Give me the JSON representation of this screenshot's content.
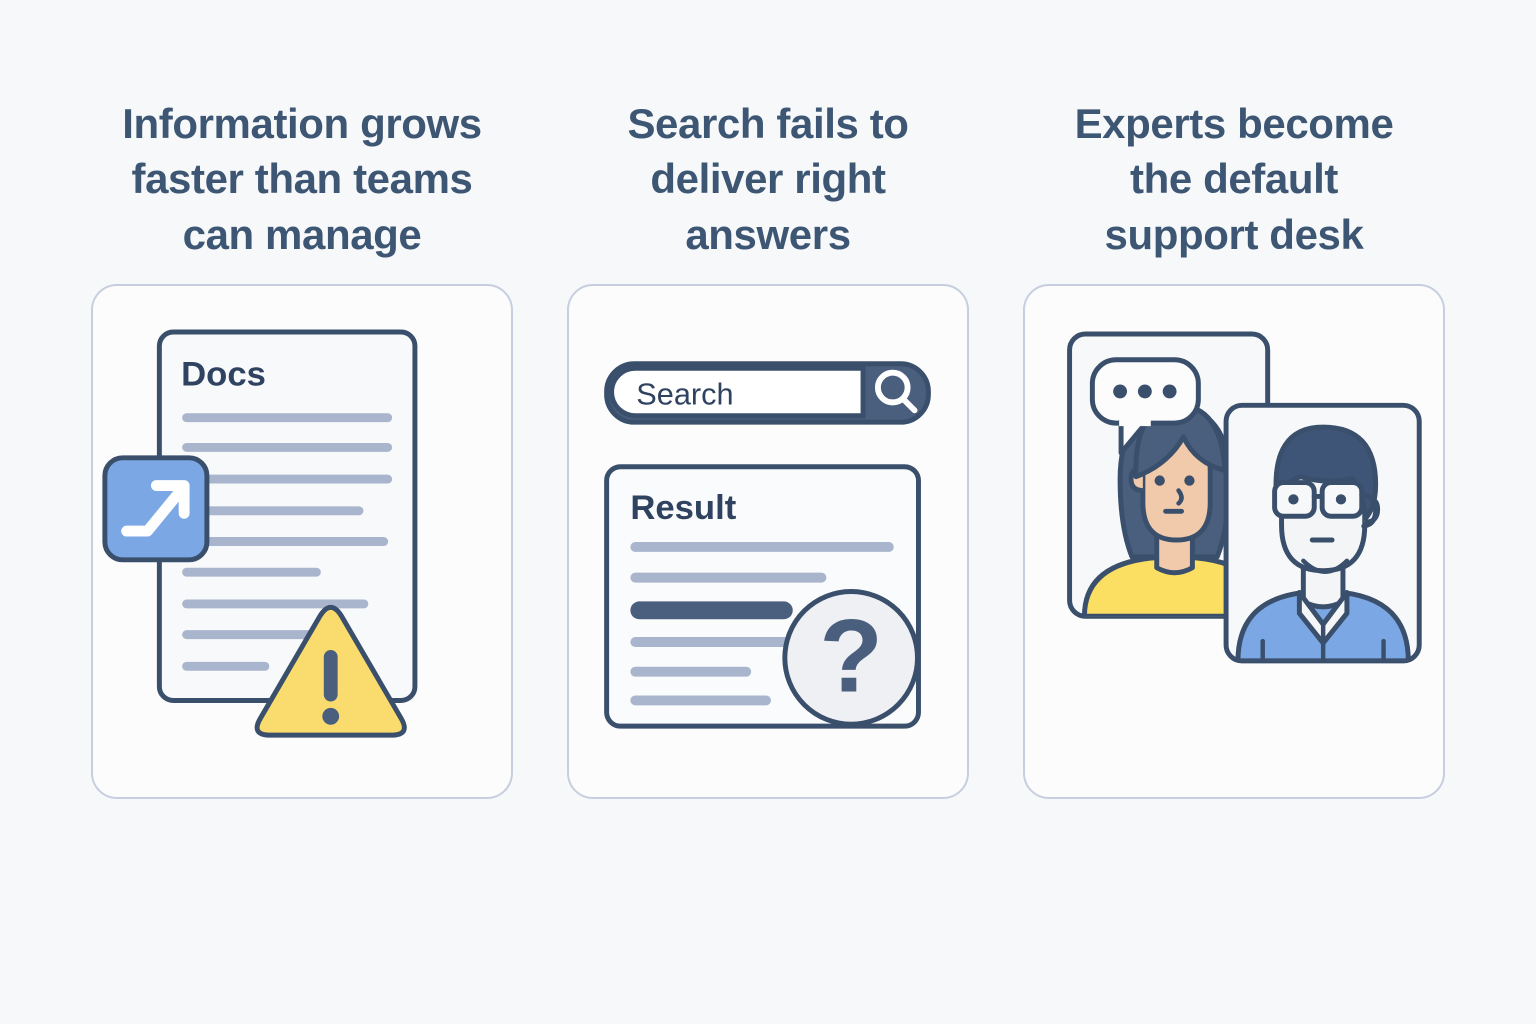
{
  "page": {
    "background_color": "#F7F8FA",
    "heading_color": "#3D5673",
    "ink_color": "#3A4F6B",
    "accent_blue": "#7BA7E5",
    "accent_yellow": "#FADC6E",
    "line_color": "#A9B5CC",
    "layout": "three-column illustrated problem statements"
  },
  "columns": [
    {
      "id": "information-growth",
      "heading": "Information grows\nfaster than teams\ncan manage",
      "illustration": {
        "name": "document-overload-illustration",
        "document": {
          "title": "Docs",
          "text_lines": [
            {
              "width_pct": 100,
              "shade": "light"
            },
            {
              "width_pct": 100,
              "shade": "light"
            },
            {
              "width_pct": 100,
              "shade": "light"
            },
            {
              "width_pct": 86,
              "shade": "light"
            },
            {
              "width_pct": 98,
              "shade": "light"
            },
            {
              "width_pct": 66,
              "shade": "light"
            },
            {
              "width_pct": 89,
              "shade": "light"
            },
            {
              "width_pct": 68,
              "shade": "light"
            },
            {
              "width_pct": 42,
              "shade": "light"
            }
          ]
        },
        "growth_badge": {
          "name": "trending-up-arrow-badge",
          "icon": "arrow-up-right-icon",
          "fill": "#7BA7E5",
          "icon_color": "#FFFFFF"
        },
        "warning": {
          "name": "warning-triangle-icon",
          "fill": "#FADC6E",
          "glyph": "!"
        }
      }
    },
    {
      "id": "search-failure",
      "heading": "Search fails to\ndeliver right\nanswers",
      "illustration": {
        "name": "failed-search-illustration",
        "search_bar": {
          "name": "search-input",
          "value": "Search",
          "placeholder": "Search",
          "button_name": "search-submit-button",
          "button_icon": "magnifier-icon",
          "button_fill": "#4A5F7D"
        },
        "result_panel": {
          "title": "Result",
          "text_lines": [
            {
              "width_pct": 100,
              "shade": "light"
            },
            {
              "width_pct": 74,
              "shade": "light"
            },
            {
              "width_pct": 60,
              "shade": "dark"
            },
            {
              "width_pct": 64,
              "shade": "light"
            },
            {
              "width_pct": 45,
              "shade": "light"
            },
            {
              "width_pct": 53,
              "shade": "light"
            }
          ]
        },
        "question_badge": {
          "name": "question-mark-badge",
          "glyph": "?",
          "fill": "#EEF0F3",
          "glyph_color": "#4A5F7D"
        }
      }
    },
    {
      "id": "expert-bottleneck",
      "heading": "Experts become\nthe default\nsupport desk",
      "illustration": {
        "name": "experts-as-support-desk-illustration",
        "speech_bubble": {
          "name": "chat-bubble-icon",
          "dots": 3,
          "dot_color": "#3A4F6B"
        },
        "people": [
          {
            "name": "avatar-woman",
            "hair_color": "#4A5F7D",
            "skin_color": "#F1C9AB",
            "shirt_color": "#FBDF62",
            "expression": "neutral"
          },
          {
            "name": "avatar-man-with-glasses",
            "hair_color": "#3F5577",
            "skin_color": "#F4F5F7",
            "shirt_color": "#7BA7E5",
            "glasses": true,
            "expression": "slight-smile"
          }
        ]
      }
    }
  ]
}
